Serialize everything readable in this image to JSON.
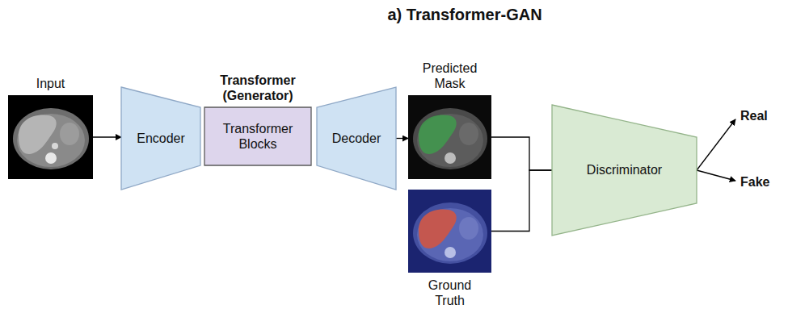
{
  "diagram": {
    "title": "a) Transformer-GAN",
    "nodes": [
      {
        "text": [
          "Input"
        ]
      },
      {
        "text": [
          "Encoder"
        ]
      },
      {
        "text": [
          "Transformer (Generator)",
          "Transformer Blocks"
        ]
      },
      {
        "text": [
          "Decoder"
        ]
      },
      {
        "text": [
          "Predicted Mask"
        ]
      },
      {
        "text": [
          "Ground Truth"
        ]
      },
      {
        "text": [
          "Discriminator"
        ]
      }
    ],
    "edges": [
      {
        "from": 0,
        "to": 1,
        "arrow": "to"
      },
      {
        "from": 3,
        "to": 4,
        "arrow": "to"
      },
      {
        "from": 4,
        "to": 6,
        "arrow": "none"
      },
      {
        "from": 5,
        "to": 6,
        "arrow": "none"
      }
    ],
    "labels": [
      "Real",
      "Fake"
    ]
  }
}
